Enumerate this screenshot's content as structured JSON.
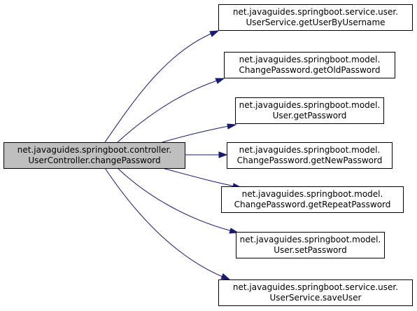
{
  "diagram": {
    "root": {
      "line1": "net.javaguides.springboot.controller.",
      "line2": "UserController.changePassword"
    },
    "callees": [
      {
        "line1": "net.javaguides.springboot.service.user.",
        "line2": "UserService.getUserByUsername"
      },
      {
        "line1": "net.javaguides.springboot.model.",
        "line2": "ChangePassword.getOldPassword"
      },
      {
        "line1": "net.javaguides.springboot.model.",
        "line2": "User.getPassword"
      },
      {
        "line1": "net.javaguides.springboot.model.",
        "line2": "ChangePassword.getNewPassword"
      },
      {
        "line1": "net.javaguides.springboot.model.",
        "line2": "ChangePassword.getRepeatPassword"
      },
      {
        "line1": "net.javaguides.springboot.model.",
        "line2": "User.setPassword"
      },
      {
        "line1": "net.javaguides.springboot.service.user.",
        "line2": "UserService.saveUser"
      }
    ],
    "colors": {
      "edge": "#191970",
      "root_fill": "#bfbfbf",
      "node_fill": "#ffffff",
      "border": "#000000"
    }
  }
}
